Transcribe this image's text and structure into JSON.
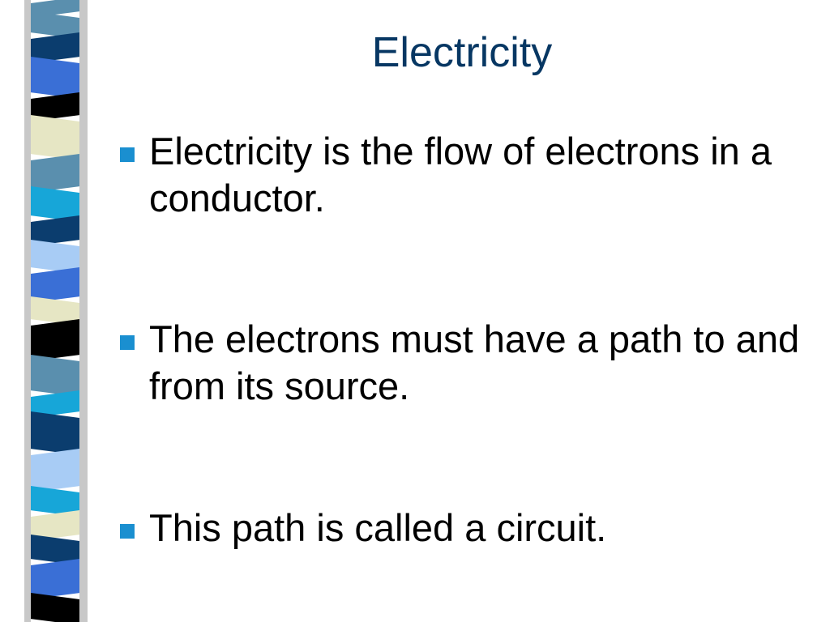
{
  "slide": {
    "title": "Electricity",
    "title_color": "#073763",
    "bullet_color": "#1a8fd0",
    "text_color": "#000000",
    "stripe_colors": [
      "#5a8fae",
      "#0b3d6e",
      "#3a6fd6",
      "#000000",
      "#e6e6c4",
      "#17a6d8",
      "#a8ccf5",
      "#c8c8c8"
    ],
    "bullets": [
      {
        "text": "Electricity is the flow of electrons in a conductor."
      },
      {
        "text": "The electrons must have a path to and from its source."
      },
      {
        "text": "This path is called a circuit."
      }
    ]
  }
}
